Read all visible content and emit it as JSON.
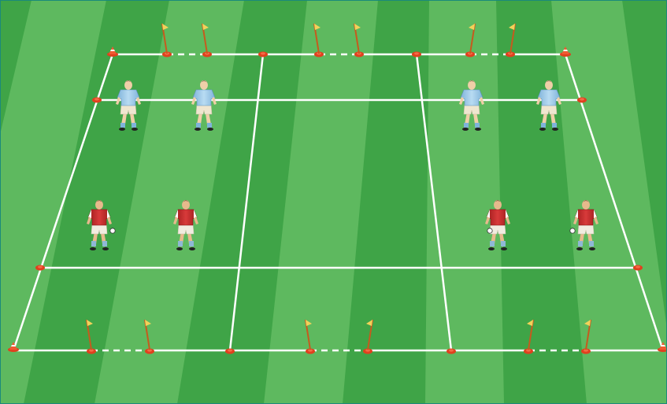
{
  "title": "",
  "colors": {
    "grass_dark": "#3fa447",
    "grass_light": "#6cc26a",
    "line": "#ffffff",
    "cone": "#e0401e",
    "pole": "#c75a1d",
    "flag": "#f2d25a",
    "blue_team_shirt": "#9cc7e6",
    "red_team_shirt": "#c42a2a",
    "shorts": "#f1ead7",
    "border": "#1a8a7a"
  },
  "teams": [
    {
      "name": "",
      "color": "light-blue",
      "players": 4,
      "row": "back"
    },
    {
      "name": "",
      "color": "red",
      "players": 4,
      "row": "front"
    }
  ],
  "equipment": {
    "small_goals": 6,
    "corner_cones": 4,
    "marker_cones": "red"
  }
}
